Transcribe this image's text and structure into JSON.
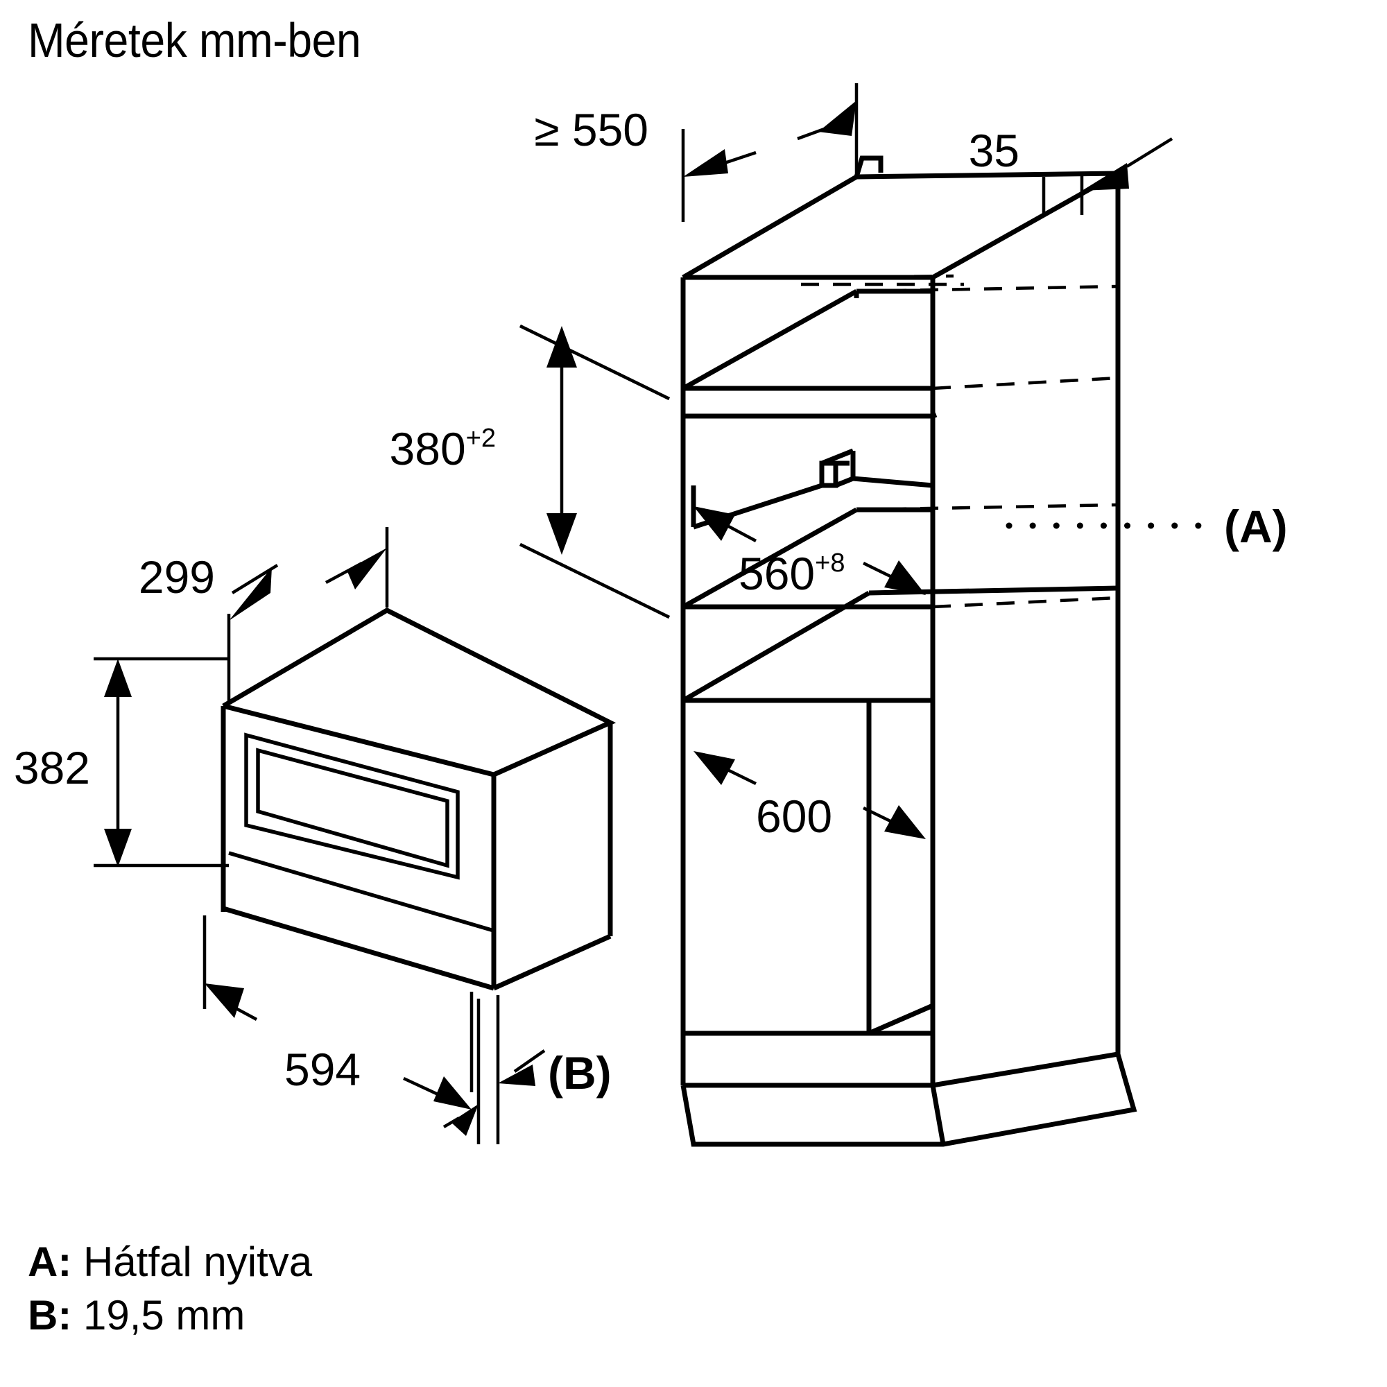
{
  "document": {
    "title": "Méretek mm-ben",
    "units": "mm"
  },
  "legend": {
    "a_key": "A:",
    "a_text": "Hátfal nyitva",
    "b_key": "B:",
    "b_text": "19,5 mm"
  },
  "markers": {
    "a": "(A)",
    "b": "(B)"
  },
  "dimensions": {
    "niche_depth": {
      "value": "≥ 550",
      "base": "≥ 550",
      "sup": ""
    },
    "niche_front_offset": {
      "value": "35",
      "base": "35",
      "sup": ""
    },
    "niche_height": {
      "value": "380",
      "base": "380",
      "sup": "+2"
    },
    "niche_width": {
      "value": "560",
      "base": "560",
      "sup": "+8"
    },
    "cabinet_width": {
      "value": "600",
      "base": "600",
      "sup": ""
    },
    "appliance_depth": {
      "value": "299",
      "base": "299",
      "sup": ""
    },
    "appliance_height": {
      "value": "382",
      "base": "382",
      "sup": ""
    },
    "appliance_width": {
      "value": "594",
      "base": "594",
      "sup": ""
    }
  },
  "colors": {
    "line": "#000000",
    "background": "#ffffff"
  }
}
